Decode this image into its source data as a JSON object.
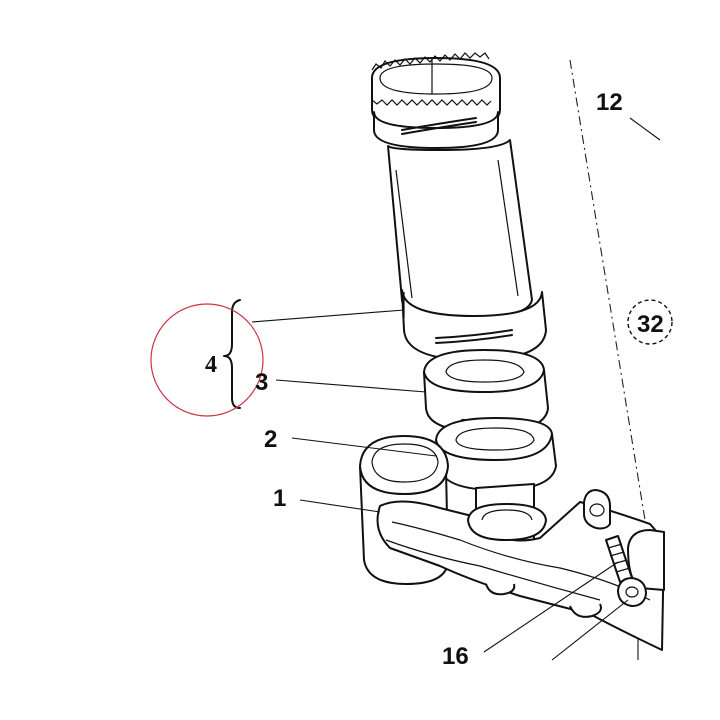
{
  "labels": {
    "bracket_group": "4",
    "ring_upper": "3",
    "ring_lower": "2",
    "bottom_yoke": "1",
    "top_ref": "12",
    "side_ref": "32",
    "bolt": "16"
  },
  "colors": {
    "line": "#111111",
    "highlight_circle": "#cc3344",
    "paper": "#ffffff"
  }
}
